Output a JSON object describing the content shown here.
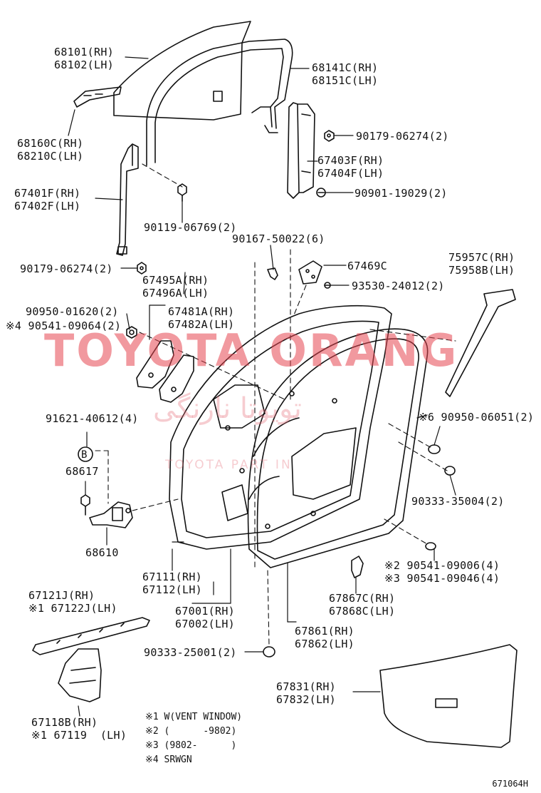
{
  "diagram_id": "671064H",
  "watermark": {
    "main": "TOYOTA ORANG",
    "arabic": "تويوتا نارنگی",
    "sub": "TOYOTA PART IN"
  },
  "labels": {
    "l68101": "68101(RH)\n68102(LH)",
    "l68141c": "68141C(RH)\n68151C(LH)",
    "l68160c": "68160C(RH)\n68210C(LH)",
    "l90179a": "90179-06274(2)",
    "l67403f": "67403F(RH)\n67404F(LH)",
    "l67401f": "67401F(RH)\n67402F(LH)",
    "l90901": "90901-19029(2)",
    "l90119": "90119-06769(2)",
    "l90167": "90167-50022(6)",
    "l90179b": "90179-06274(2)",
    "l67495a": "67495A(RH)\n67496A(LH)",
    "l67469c": "67469C",
    "l93530": "93530-24012(2)",
    "l75957c": "75957C(RH)\n75958B(LH)",
    "l90950a": "90950-01620(2)",
    "l90541a": "※4 90541-09064(2)",
    "l67481a": "67481A(RH)\n67482A(LH)",
    "l91621": "91621-40612(4)",
    "l90950b": "※6 90950-06051(2)",
    "l68617": "68617",
    "l90333a": "90333-35004(2)",
    "l68610": "68610",
    "l90541b": "※2 90541-09006(4)\n※3 90541-09046(4)",
    "l67111": "67111(RH)\n67112(LH)",
    "l67121j": "67121J(RH)\n※1 67122J(LH)",
    "l67867c": "67867C(RH)\n67868C(LH)",
    "l67001": "67001(RH)\n67002(LH)",
    "l67861": "67861(RH)\n67862(LH)",
    "l90333b": "90333-25001(2)",
    "l67831": "67831(RH)\n67832(LH)",
    "l67118b": "67118B(RH)\n※1 67119  (LH)"
  },
  "notes": {
    "n1": "※1 W(VENT WINDOW)",
    "n2": "※2 (      -9802)",
    "n3": "※3 (9802-      )",
    "n4": "※4 SRWGN"
  },
  "markers": {
    "b": "B"
  }
}
